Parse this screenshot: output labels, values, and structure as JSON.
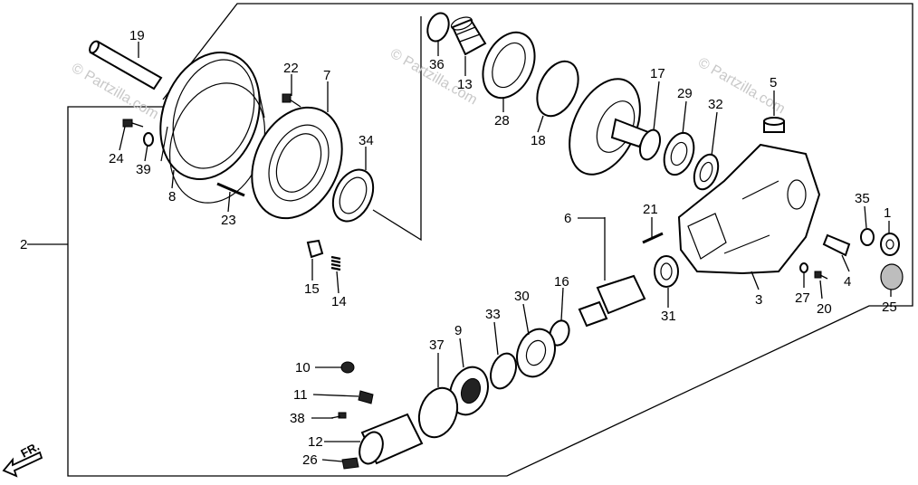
{
  "watermark": {
    "text_1": "© Partzilla.com",
    "text_2": "© Partzilla.com",
    "text_3": "© Partzilla.com"
  },
  "front_arrow": {
    "label": "FR.",
    "icon": "arrow-front-icon"
  },
  "callouts": [
    {
      "id": "19"
    },
    {
      "id": "22"
    },
    {
      "id": "7"
    },
    {
      "id": "24"
    },
    {
      "id": "39"
    },
    {
      "id": "8"
    },
    {
      "id": "34"
    },
    {
      "id": "23"
    },
    {
      "id": "2"
    },
    {
      "id": "15"
    },
    {
      "id": "14"
    },
    {
      "id": "36"
    },
    {
      "id": "13"
    },
    {
      "id": "28"
    },
    {
      "id": "18"
    },
    {
      "id": "17"
    },
    {
      "id": "29"
    },
    {
      "id": "32"
    },
    {
      "id": "5"
    },
    {
      "id": "6"
    },
    {
      "id": "21"
    },
    {
      "id": "35"
    },
    {
      "id": "1"
    },
    {
      "id": "4"
    },
    {
      "id": "3"
    },
    {
      "id": "27"
    },
    {
      "id": "20"
    },
    {
      "id": "25"
    },
    {
      "id": "31"
    },
    {
      "id": "16"
    },
    {
      "id": "30"
    },
    {
      "id": "33"
    },
    {
      "id": "9"
    },
    {
      "id": "37"
    },
    {
      "id": "10"
    },
    {
      "id": "11"
    },
    {
      "id": "38"
    },
    {
      "id": "12"
    },
    {
      "id": "26"
    }
  ]
}
